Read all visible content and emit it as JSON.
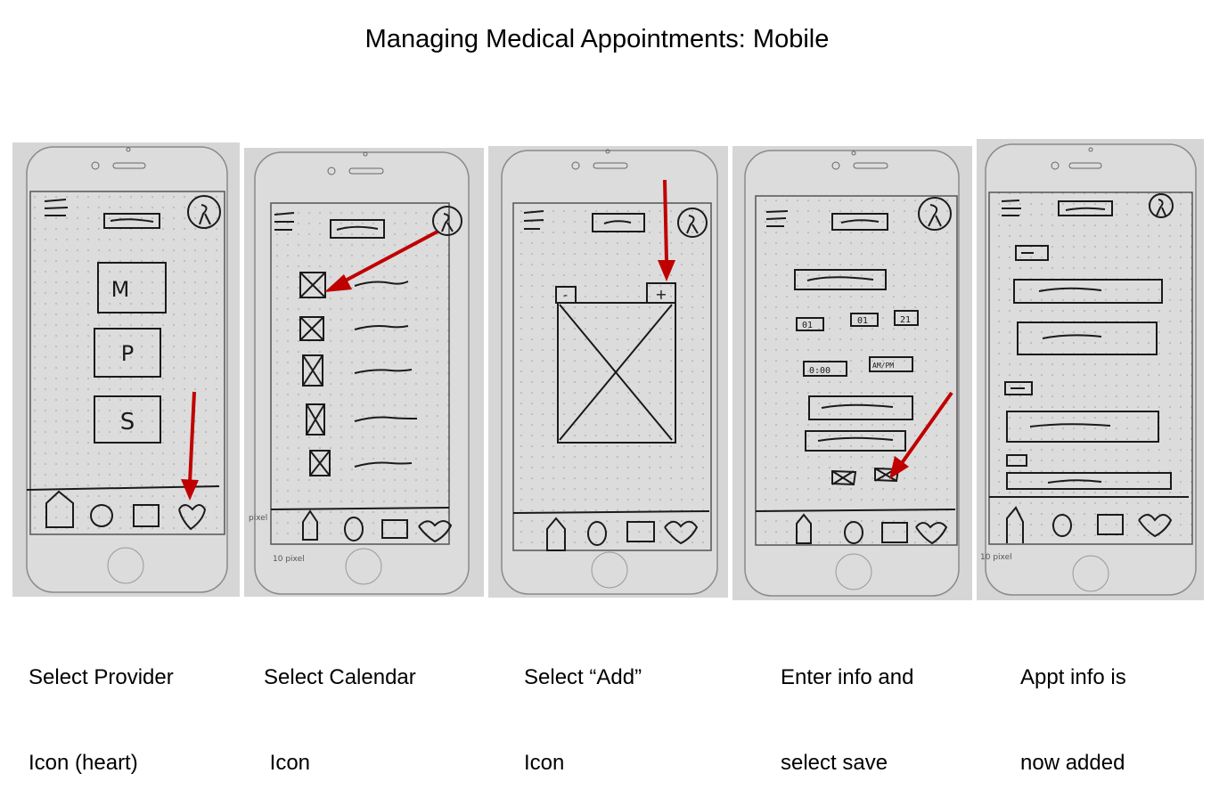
{
  "page": {
    "title": "Managing Medical Appointments: Mobile"
  },
  "panels": [
    {
      "caption_line1": "Select Provider",
      "caption_line2": "Icon (heart)"
    },
    {
      "caption_line1": "Select Calendar",
      "caption_line2": " Icon",
      "label_pixel": "pixel",
      "label_scale": "10 pixel"
    },
    {
      "caption_line1": "Select “Add”",
      "caption_line2": "Icon"
    },
    {
      "caption_line1": "Enter info and",
      "caption_line2": "select save",
      "date_fields": [
        "01",
        "01",
        "21"
      ],
      "time_field": "0:00",
      "ampm_field": "AM/PM"
    },
    {
      "caption_line1": "Appt info is",
      "caption_line2": "now added",
      "label_scale": "10 pixel"
    }
  ],
  "sketch": {
    "menu_letters": [
      "M",
      "P",
      "S"
    ],
    "plus_sign": "+",
    "minus_sign": "-"
  },
  "colors": {
    "arrow": "#c00000",
    "paper": "#d6d6d6",
    "ink": "#1a1a1a"
  }
}
